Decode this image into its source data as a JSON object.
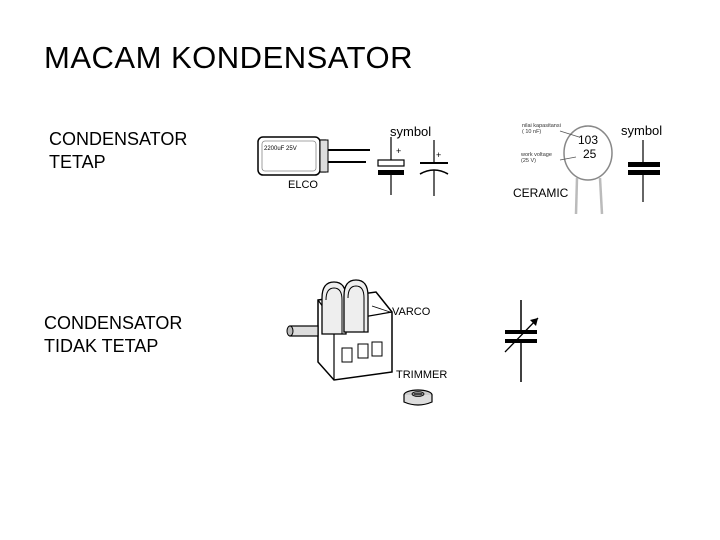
{
  "title": "MACAM KONDENSATOR",
  "sections": {
    "fixed": {
      "label": "CONDENSATOR\nTETAP",
      "elco": {
        "caption": "ELCO",
        "symbol_label": "symbol",
        "body_text": "2200uF  25V",
        "plus_a": "+",
        "plus_b": "+"
      },
      "ceramic": {
        "caption": "CERAMIC",
        "symbol_label": "symbol",
        "code_top": "103",
        "code_bottom": "25",
        "capacity_note": "nilai kapasitansi\n( 10 nF)",
        "voltage_note": "work voltage\n(25 V)"
      }
    },
    "variable": {
      "label": "CONDENSATOR\nTIDAK TETAP",
      "varco_caption": "VARCO",
      "trimmer_caption": "TRIMMER"
    }
  }
}
